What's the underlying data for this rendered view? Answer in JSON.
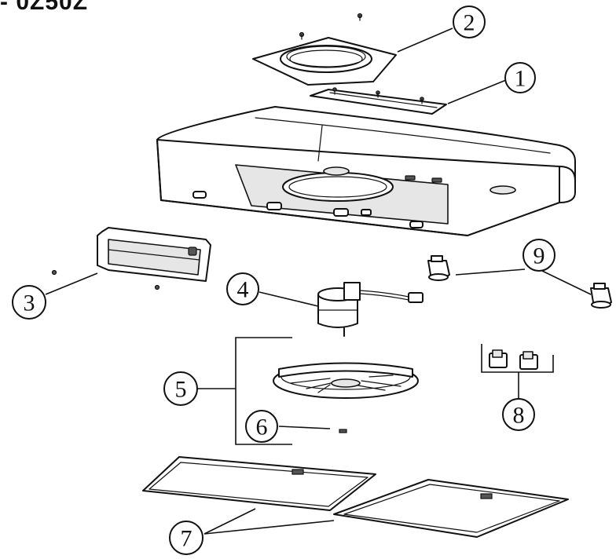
{
  "header": {
    "title_fragment": "- 0Z50Z"
  },
  "callouts": [
    {
      "id": "1",
      "label": "1"
    },
    {
      "id": "2",
      "label": "2"
    },
    {
      "id": "3",
      "label": "3"
    },
    {
      "id": "4",
      "label": "4"
    },
    {
      "id": "5",
      "label": "5"
    },
    {
      "id": "6",
      "label": "6"
    },
    {
      "id": "7",
      "label": "7"
    },
    {
      "id": "8",
      "label": "8"
    },
    {
      "id": "9",
      "label": "9"
    }
  ]
}
